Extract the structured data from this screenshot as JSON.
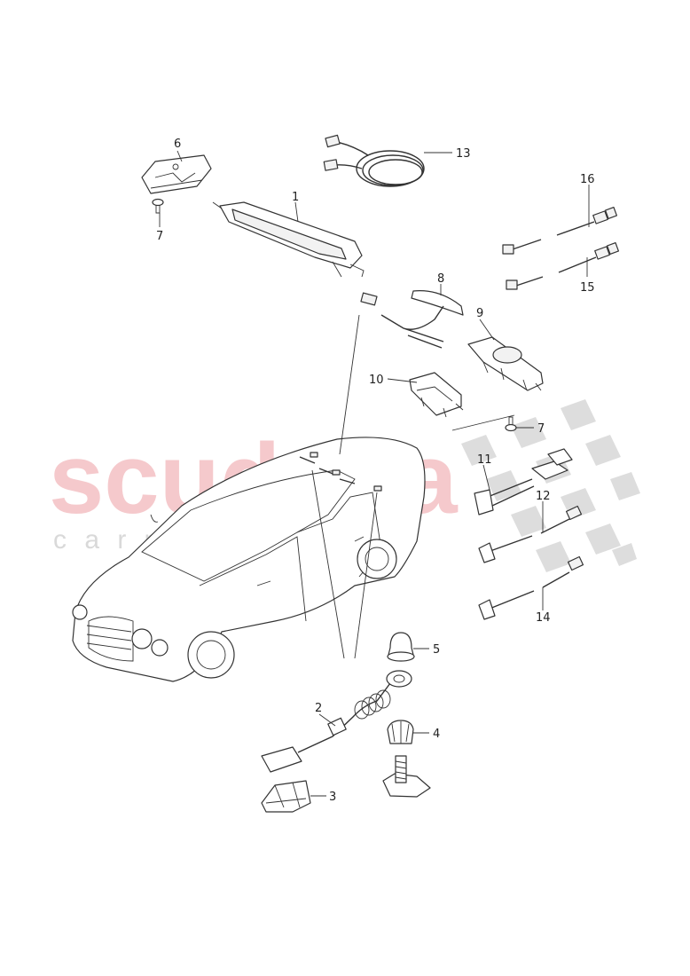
{
  "watermark": {
    "brand": "scuderia",
    "sub": "c a r   p a r t s",
    "brand_color": "#f2b8bc",
    "sub_color": "#d9d9d9",
    "flag_color": "#cfcfcf"
  },
  "callouts": [
    {
      "id": "c1",
      "label": "1"
    },
    {
      "id": "c2",
      "label": "2"
    },
    {
      "id": "c3",
      "label": "3"
    },
    {
      "id": "c4",
      "label": "4"
    },
    {
      "id": "c5",
      "label": "5"
    },
    {
      "id": "c6",
      "label": "6"
    },
    {
      "id": "c7a",
      "label": "7"
    },
    {
      "id": "c7b",
      "label": "7"
    },
    {
      "id": "c8",
      "label": "8"
    },
    {
      "id": "c9",
      "label": "9"
    },
    {
      "id": "c10",
      "label": "10"
    },
    {
      "id": "c11",
      "label": "11"
    },
    {
      "id": "c12",
      "label": "12"
    },
    {
      "id": "c13",
      "label": "13"
    },
    {
      "id": "c14",
      "label": "14"
    },
    {
      "id": "c15",
      "label": "15"
    },
    {
      "id": "c16",
      "label": "16"
    }
  ]
}
